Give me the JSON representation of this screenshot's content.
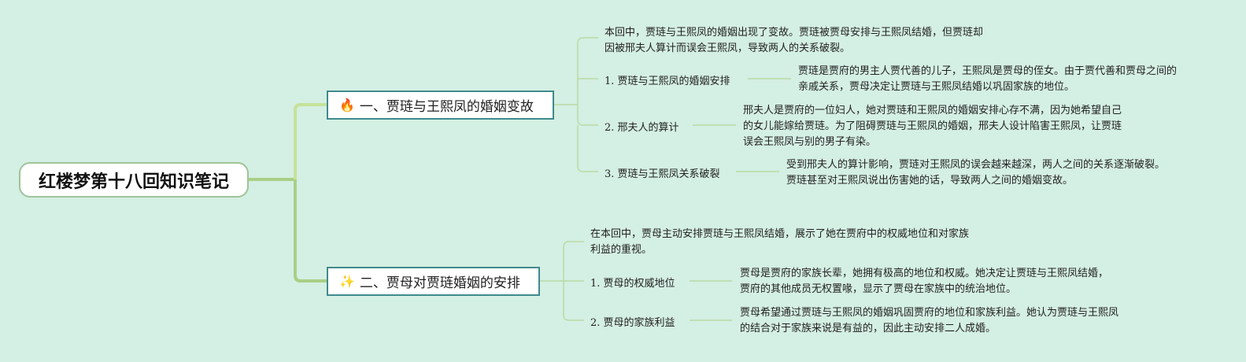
{
  "root": {
    "title": "红楼梦第十八回知识笔记"
  },
  "branches": [
    {
      "icon": "fire-icon",
      "icon_glyph": "🔥",
      "title": "一、贾琏与王熙凤的婚姻变故",
      "intro": "本回中，贾琏与王熙凤的婚姻出现了变故。贾琏被贾母安排与王熙凤结婚，但贾琏却因被邢夫人算计而误会王熙凤，导致两人的关系破裂。",
      "items": [
        {
          "label": "1. 贾琏与王熙凤的婚姻安排",
          "detail": "贾琏是贾府的男主人贾代善的儿子，王熙凤是贾母的侄女。由于贾代善和贾母之间的亲戚关系，贾母决定让贾琏与王熙凤结婚以巩固家族的地位。"
        },
        {
          "label": "2. 邢夫人的算计",
          "detail": "邢夫人是贾府的一位妇人，她对贾琏和王熙凤的婚姻安排心存不满，因为她希望自己的女儿能嫁给贾琏。为了阻碍贾琏与王熙凤的婚姻，邢夫人设计陷害王熙凤，让贾琏误会王熙凤与别的男子有染。"
        },
        {
          "label": "3. 贾琏与王熙凤关系破裂",
          "detail": "受到邢夫人的算计影响，贾琏对王熙凤的误会越来越深，两人之间的关系逐渐破裂。贾琏甚至对王熙凤说出伤害她的话，导致两人之间的婚姻变故。"
        }
      ]
    },
    {
      "icon": "sparkle-icon",
      "icon_glyph": "✨",
      "title": "二、贾母对贾琏婚姻的安排",
      "intro": "在本回中，贾母主动安排贾琏与王熙凤结婚，展示了她在贾府中的权威地位和对家族利益的重视。",
      "items": [
        {
          "label": "1. 贾母的权威地位",
          "detail": "贾母是贾府的家族长辈，她拥有极高的地位和权威。她决定让贾琏与王熙凤结婚，贾府的其他成员无权置喙，显示了贾母在家族中的统治地位。"
        },
        {
          "label": "2. 贾母的家族利益",
          "detail": "贾母希望通过贾琏与王熙凤的婚姻巩固贾府的地位和家族利益。她认为贾琏与王熙凤的结合对于家族来说是有益的，因此主动安排二人成婚。"
        }
      ]
    }
  ]
}
